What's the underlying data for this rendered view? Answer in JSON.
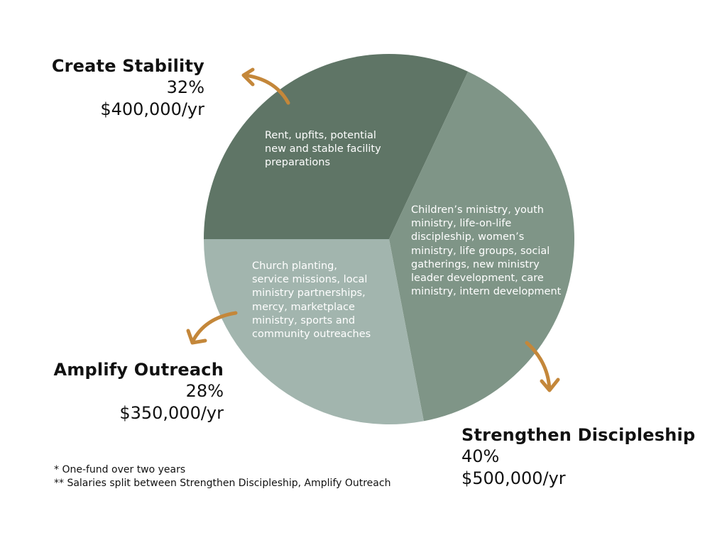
{
  "chart_data": {
    "type": "pie",
    "slices": [
      {
        "name": "Create Stability",
        "value": 32,
        "percent_label": "32%",
        "amount": "$400,000/yr",
        "description": "Rent, upfits, potential\nnew and stable facility\npreparations",
        "color": "#5F7566"
      },
      {
        "name": "Strengthen Discipleship",
        "value": 40,
        "percent_label": "40%",
        "amount": "$500,000/yr",
        "description": "Children’s ministry, youth\nministry, life-on-life\ndiscipleship, women’s\nministry, life groups, social\ngatherings, new ministry\nleader development, care\nministry, intern development",
        "color": "#7F9587"
      },
      {
        "name": "Amplify Outreach",
        "value": 28,
        "percent_label": "28%",
        "amount": "$350,000/yr",
        "description": "Church planting,\nservice missions, local\nministry partnerships,\nmercy, marketplace\nministry, sports and\ncommunity outreaches",
        "color": "#A2B5AE"
      }
    ],
    "arrow_color": "#C4873A"
  },
  "notes": [
    "* One-fund over two years",
    "** Salaries split between Strengthen Discipleship, Amplify Outreach"
  ]
}
